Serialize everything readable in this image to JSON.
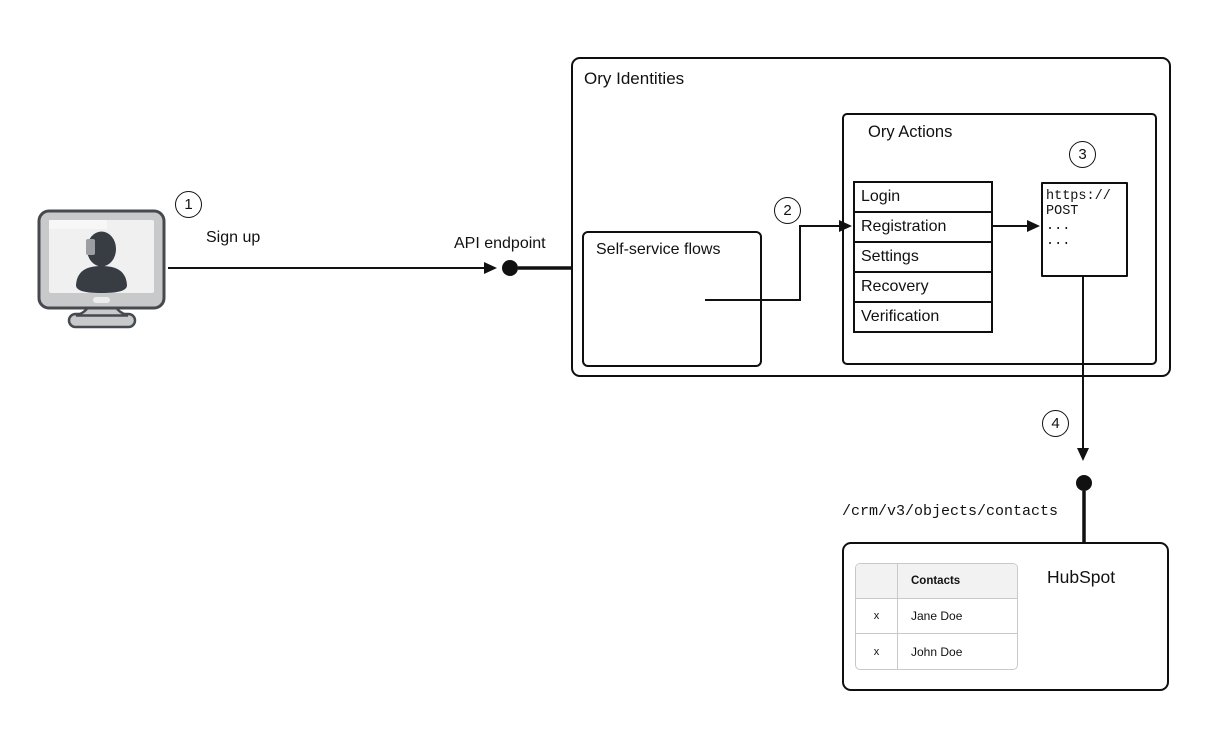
{
  "colors": {
    "line": "#111111",
    "box_border": "#0f0f0f",
    "table_border": "#c9c9c9",
    "table_header_bg": "#f2f2f2",
    "icon_frame": "#c8c9cb",
    "icon_outline": "#46494e",
    "icon_screen": "#f0f0f1",
    "icon_person": "#383c43"
  },
  "steps": {
    "s1": "1",
    "s2": "2",
    "s3": "3",
    "s4": "4"
  },
  "labels": {
    "sign_up": "Sign up",
    "api_endpoint": "API endpoint",
    "crm_path": "/crm/v3/objects/contacts"
  },
  "ory_identities": {
    "title": "Ory Identities"
  },
  "self_service": {
    "title": "Self-service flows"
  },
  "ory_actions": {
    "title": "Ory Actions",
    "flows": [
      "Login",
      "Registration",
      "Settings",
      "Recovery",
      "Verification"
    ]
  },
  "webhook": {
    "lines": [
      "https://",
      "POST",
      "...",
      "..."
    ]
  },
  "hubspot": {
    "title": "HubSpot",
    "table": {
      "header_col2": "Contacts",
      "rows": [
        {
          "c1": "x",
          "c2": "Jane Doe"
        },
        {
          "c1": "x",
          "c2": "John Doe"
        }
      ]
    }
  }
}
